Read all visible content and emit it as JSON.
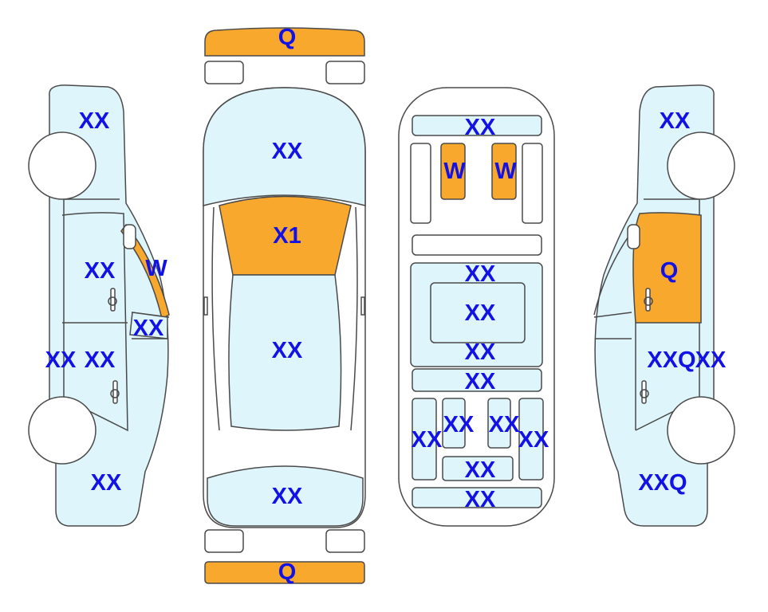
{
  "colors": {
    "panel": "#def5fb",
    "damaged": "#f8a82c",
    "label": "#1212e6",
    "outline": "#4a4a4a"
  },
  "left_side": {
    "labels": [
      "XX",
      "XX",
      "W",
      "XX",
      "XX",
      "XX",
      "XX"
    ]
  },
  "top_view": {
    "labels": [
      "Q",
      "XX",
      "X1",
      "XX",
      "XX",
      "Q"
    ]
  },
  "interior": {
    "labels": [
      "XX",
      "W",
      "W",
      "XX",
      "XX",
      "XX",
      "XX",
      "XX",
      "XX",
      "XX",
      "XX",
      "XX",
      "XX"
    ]
  },
  "right_side": {
    "labels": [
      "XX",
      "Q",
      "XXQ",
      "XX",
      "XXQ"
    ]
  }
}
